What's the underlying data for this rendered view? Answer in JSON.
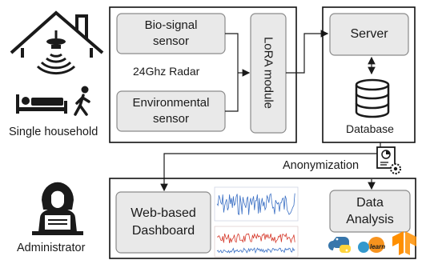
{
  "household": {
    "label": "Single household"
  },
  "sensing": {
    "bio_signal_sensor": [
      "Bio-signal",
      "sensor"
    ],
    "radar_label": "24Ghz Radar",
    "environmental_sensor": [
      "Environmental",
      "sensor"
    ],
    "lora_module": "LoRA module"
  },
  "backend": {
    "server": "Server",
    "database": "Database"
  },
  "flow": {
    "anonymization": "Anonymization"
  },
  "admin": {
    "label": "Administrator",
    "dashboard": [
      "Web-based",
      "Dashboard"
    ],
    "data_analysis": [
      "Data",
      "Analysis"
    ],
    "learn_logo": "learn"
  },
  "colors": {
    "box_fill": "#e9e9e9",
    "box_stroke": "#8a8a8a",
    "frame_stroke": "#111111",
    "chart_blue": "#3a6fc4",
    "chart_red": "#d63a2c",
    "python_blue": "#3776ab",
    "python_yellow": "#ffd43b",
    "sklearn_orange": "#f7931e",
    "sklearn_blue": "#3499cd",
    "tensorflow_orange": "#ff8f00"
  }
}
